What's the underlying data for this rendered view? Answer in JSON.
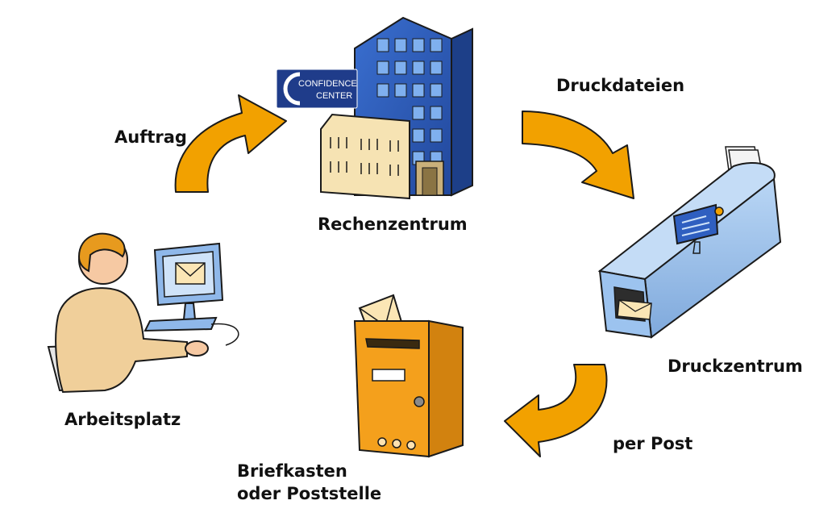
{
  "labels": {
    "auftrag": "Auftrag",
    "druckdateien": "Druckdateien",
    "rechenzentrum": "Rechenzentrum",
    "druckzentrum": "Druckzentrum",
    "arbeitsplatz": "Arbeitsplatz",
    "per_post": "per Post",
    "briefkasten_line1": "Briefkasten",
    "briefkasten_line2": "oder Poststelle"
  },
  "logo": {
    "line1": "CONFIDENCE",
    "line2": "CENTER"
  },
  "icons": [
    "building-icon",
    "person-at-computer-icon",
    "printing-machine-icon",
    "mailbox-icon",
    "arrow-icon"
  ],
  "colors": {
    "arrow": "#f2a100",
    "arrow_outline": "#1a1a1a",
    "building_blue": "#2f5fc0",
    "building_beige": "#f6e3b3",
    "printer_blue": "#9cc3ef",
    "mailbox_orange": "#f4a01c",
    "skin": "#f6c9a3",
    "hair": "#e79a1e",
    "shirt": "#f0cf9a",
    "envelope": "#fbe6b5"
  }
}
